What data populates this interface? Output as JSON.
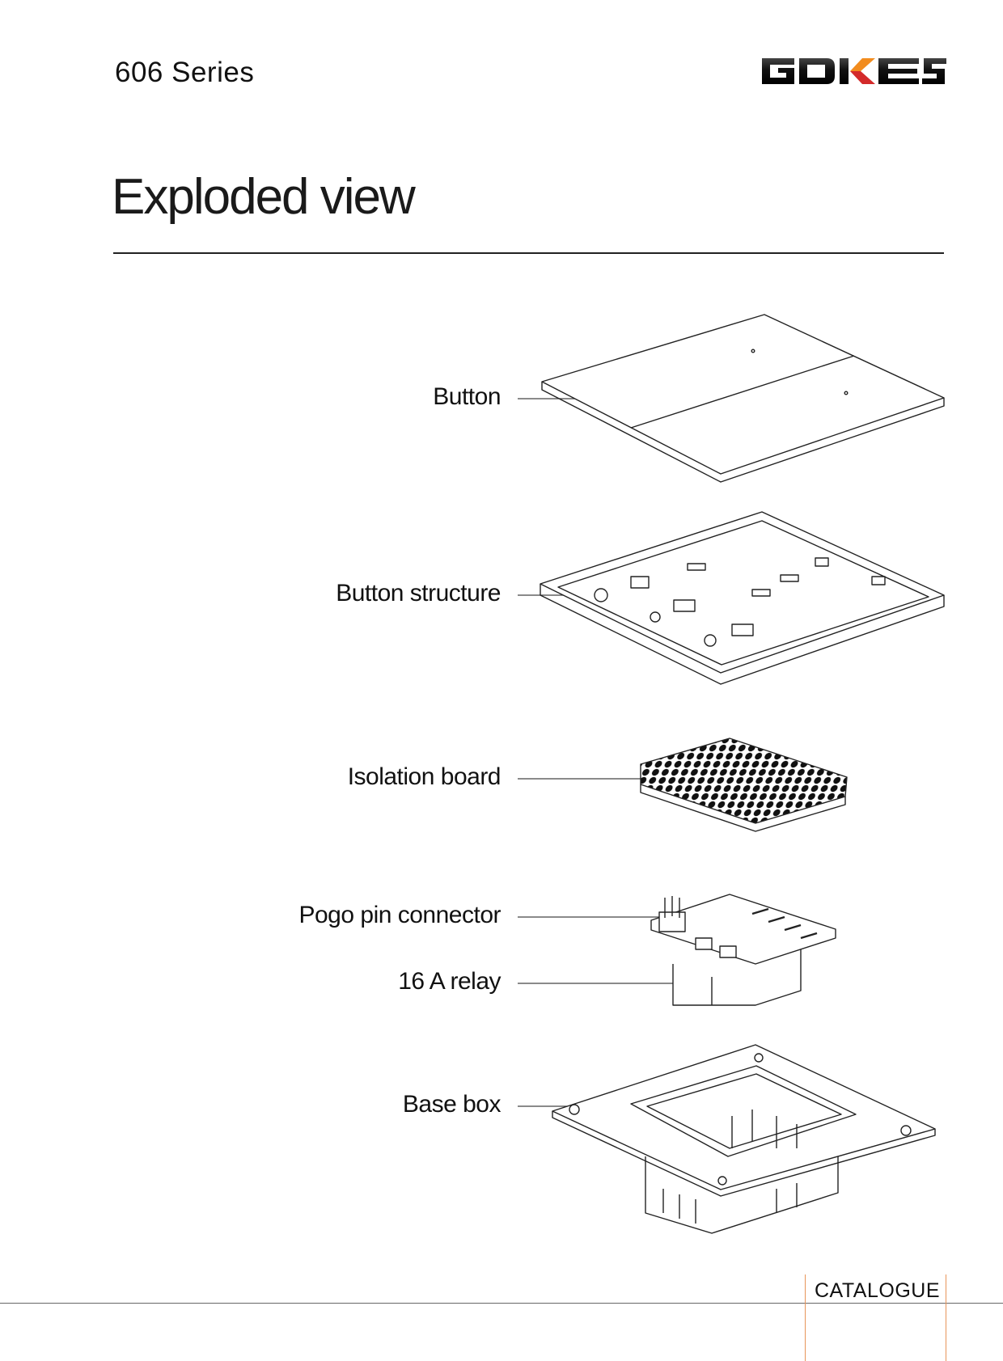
{
  "header": {
    "series": "606 Series",
    "logo_text": "GDKES"
  },
  "page_title": "Exploded view",
  "components": [
    {
      "label": "Button"
    },
    {
      "label": "Button structure"
    },
    {
      "label": "Isolation board"
    },
    {
      "label": "Pogo pin connector"
    },
    {
      "label": "16 A relay"
    },
    {
      "label": "Base box"
    }
  ],
  "footer": {
    "section": "CATALOGUE"
  },
  "colors": {
    "accent_orange": "#f28c1e",
    "accent_red": "#d32a2a",
    "footer_rule": "#e8955a"
  }
}
